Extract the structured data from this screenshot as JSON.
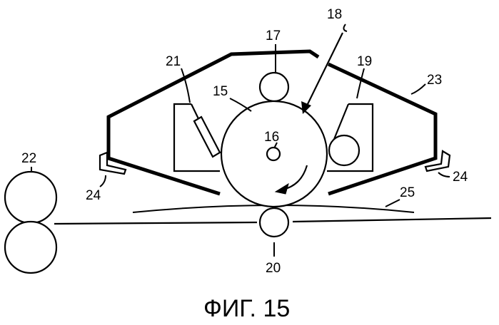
{
  "labels": {
    "n15": "15",
    "n16": "16",
    "n17": "17",
    "n18": "18",
    "n19": "19",
    "n20": "20",
    "n21": "21",
    "n22": "22",
    "n23": "23",
    "n24_left": "24",
    "n24_right": "24",
    "n25": "25"
  },
  "caption": "ФИГ. 15"
}
